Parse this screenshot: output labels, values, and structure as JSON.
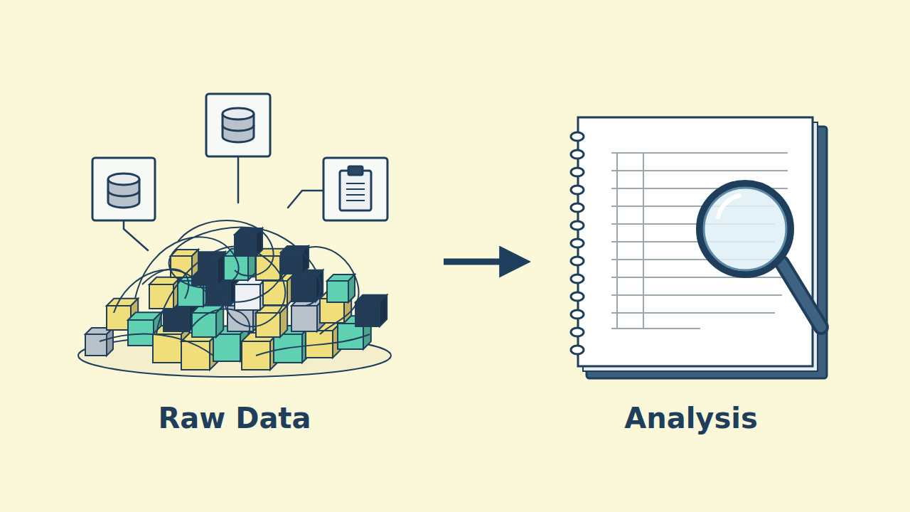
{
  "diagram": {
    "nodes": [
      {
        "text": [
          "Raw Data"
        ]
      },
      {
        "text": [
          "Analysis"
        ]
      }
    ],
    "edges": [
      {
        "from": 0,
        "to": 1,
        "arrow": "to"
      }
    ]
  }
}
